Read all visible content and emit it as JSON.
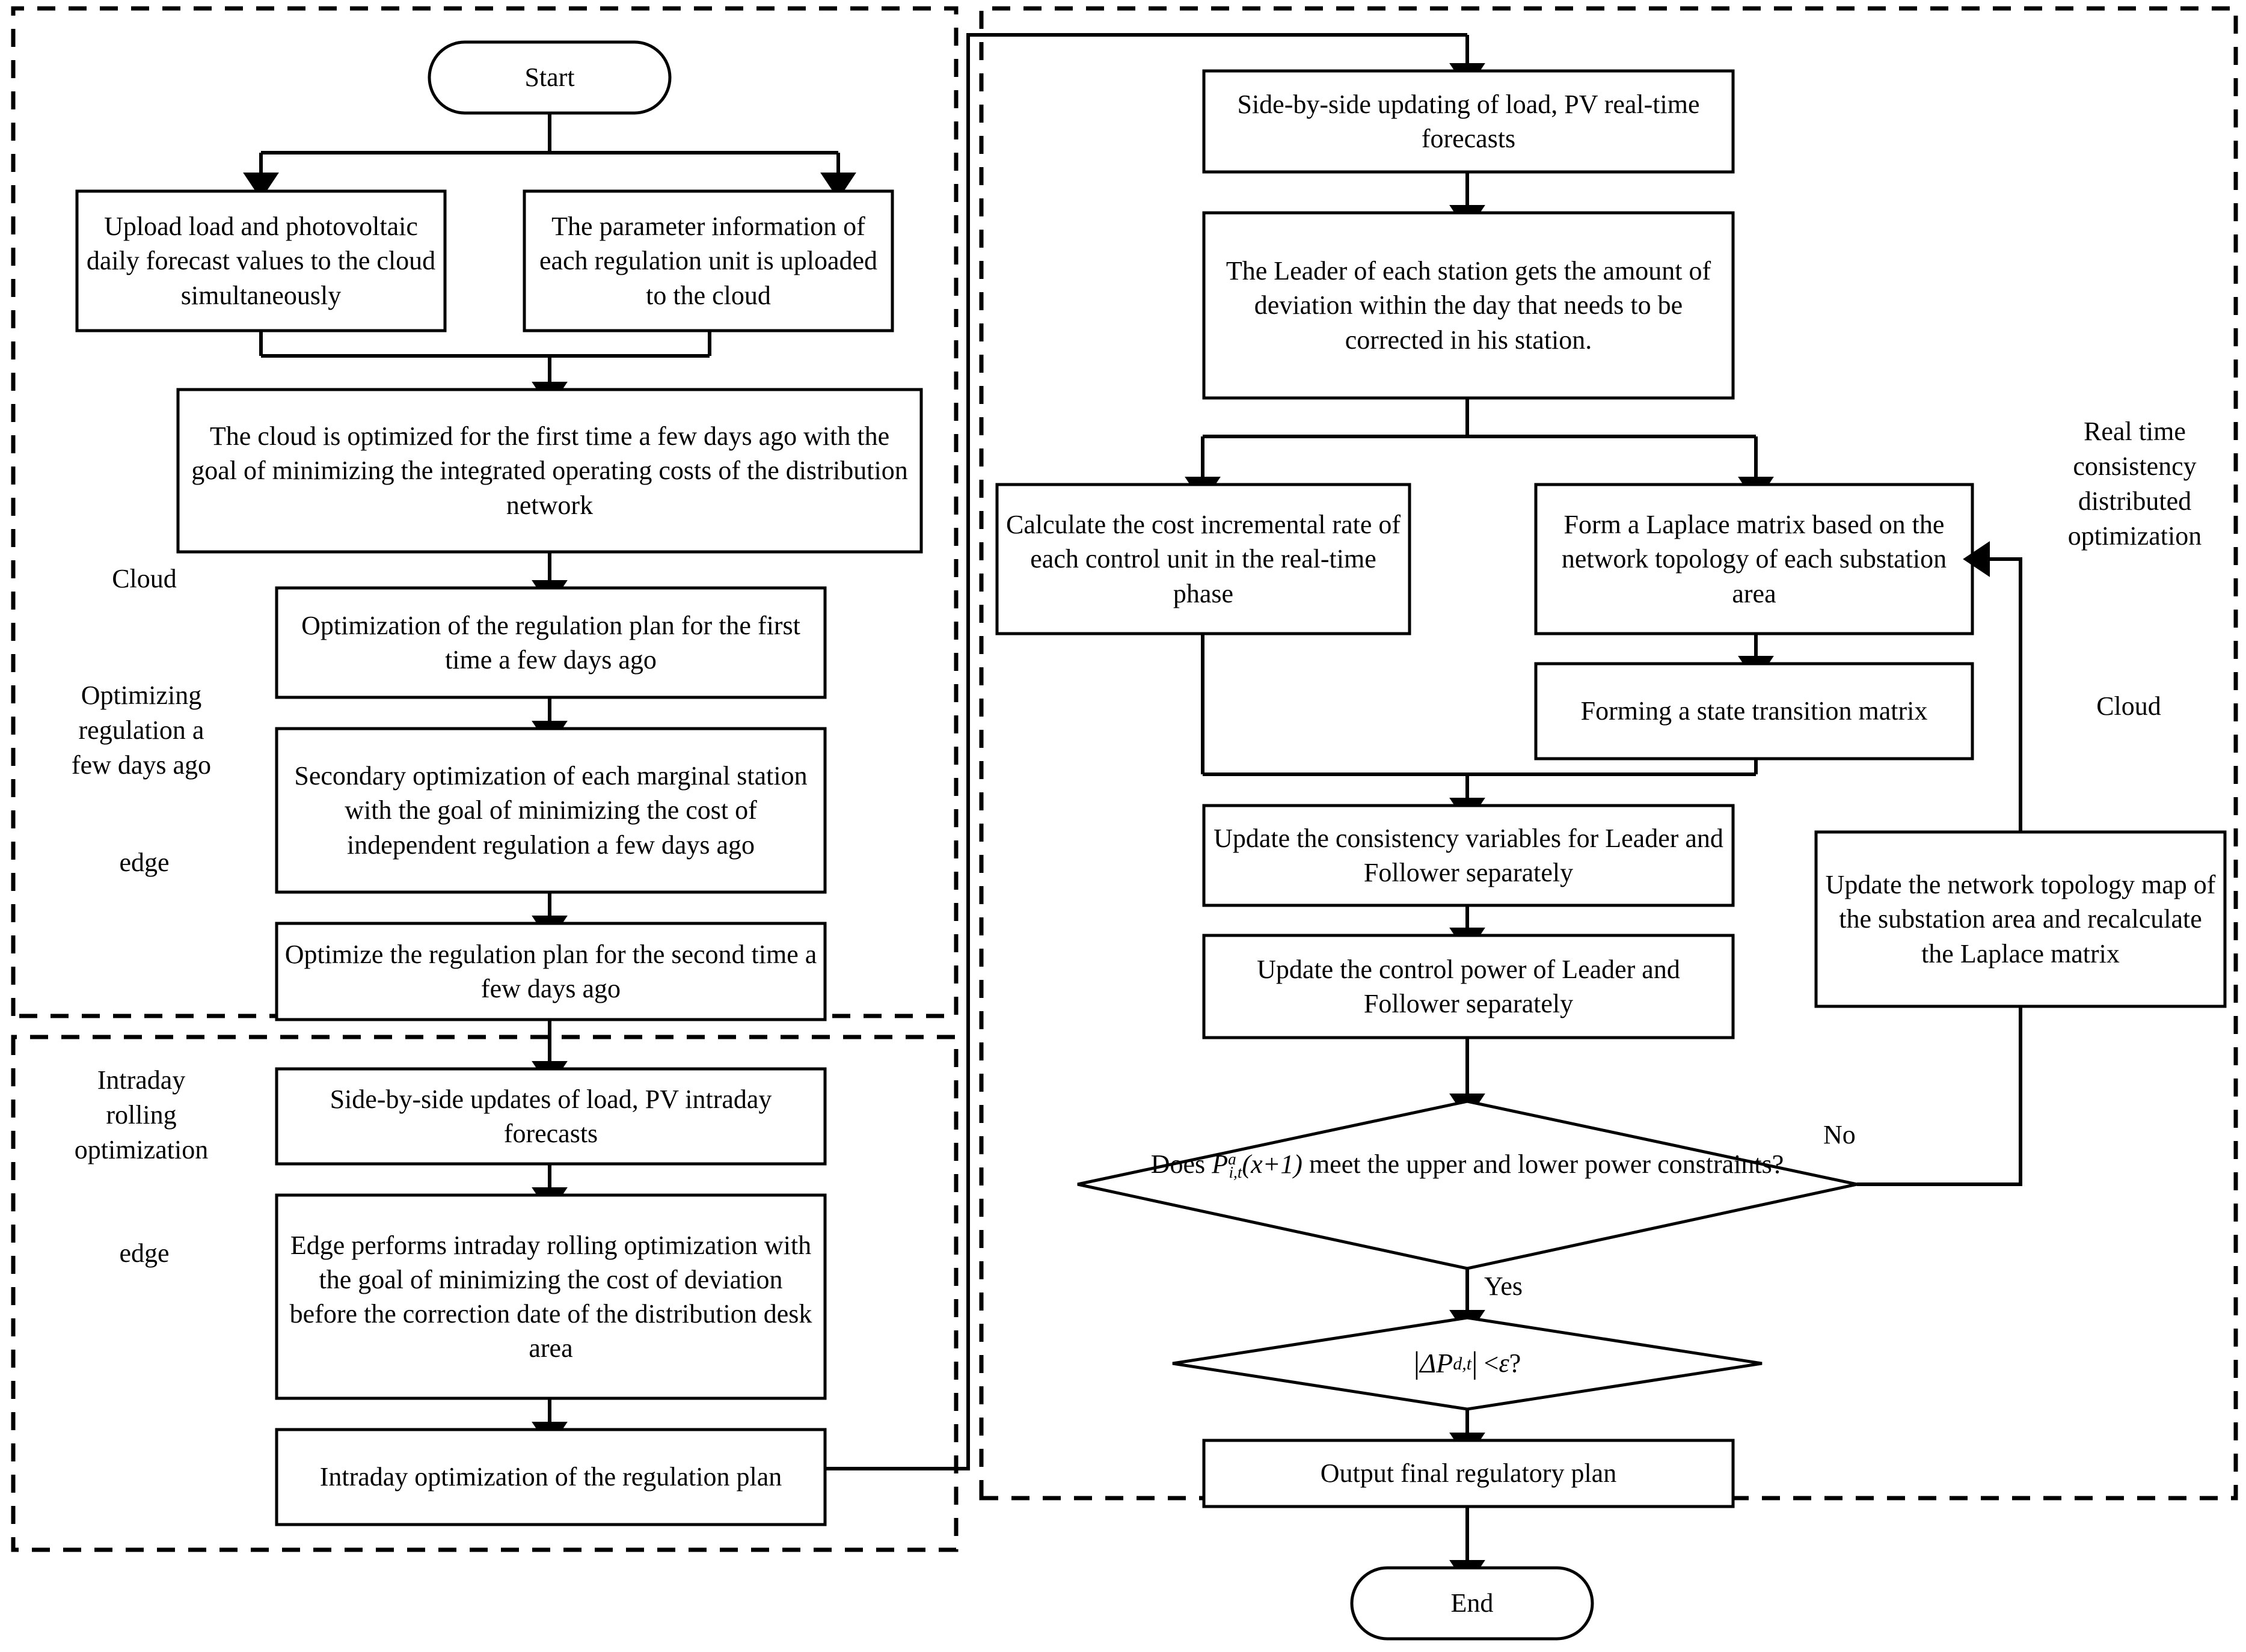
{
  "diagram": {
    "type": "flowchart",
    "title": "Cloud-edge collaborative distribution network regulation flowchart",
    "background": "#ffffff",
    "line_color": "#000000",
    "text_color": "#000000"
  },
  "left_panel": {
    "zone_labels": [
      {
        "id": "cloud-1",
        "text": "Cloud"
      },
      {
        "id": "day-ahead",
        "text": "Optimizing\nregulation a\nfew days ago"
      },
      {
        "id": "edge-1",
        "text": "edge"
      },
      {
        "id": "intraday",
        "text": "Intraday\nrolling\noptimization"
      },
      {
        "id": "edge-2",
        "text": "edge"
      }
    ],
    "nodes": [
      {
        "id": "start",
        "shape": "terminator",
        "text": "Start"
      },
      {
        "id": "upload-load",
        "shape": "process",
        "text": "Upload load and photovoltaic daily forecast values to the cloud simultaneously"
      },
      {
        "id": "upload-params",
        "shape": "process",
        "text": "The parameter information of each regulation unit is uploaded to the cloud"
      },
      {
        "id": "cloud-first-opt",
        "shape": "process",
        "text": "The cloud is optimized for the first time a few days ago with the goal of minimizing the integrated operating costs of the distribution network"
      },
      {
        "id": "reg-plan-first",
        "shape": "process",
        "text": "Optimization of the regulation plan for the first time a few days ago"
      },
      {
        "id": "secondary-opt",
        "shape": "process",
        "text": "Secondary optimization of each marginal station with the goal of minimizing the cost of independent regulation a few days ago"
      },
      {
        "id": "reg-plan-second",
        "shape": "process",
        "text": "Optimize the regulation plan for the second time a few days ago"
      },
      {
        "id": "intraday-forecast",
        "shape": "process",
        "text": "Side-by-side updates of load, PV intraday forecasts"
      },
      {
        "id": "edge-rolling",
        "shape": "process",
        "text": "Edge performs intraday rolling optimization with the goal of minimizing the cost of deviation before the correction date of the distribution desk area"
      },
      {
        "id": "intraday-plan",
        "shape": "process",
        "text": "Intraday optimization of the regulation plan"
      }
    ]
  },
  "right_panel": {
    "zone_labels": [
      {
        "id": "realtime",
        "text": "Real time\nconsistency\ndistributed\noptimization"
      },
      {
        "id": "cloud-2",
        "text": "Cloud"
      }
    ],
    "nodes": [
      {
        "id": "realtime-forecast",
        "shape": "process",
        "text": "Side-by-side updating of load, PV real-time forecasts"
      },
      {
        "id": "leader-deviation",
        "shape": "process",
        "text": "The Leader of each station gets the amount of deviation within the day that needs to be corrected in his station."
      },
      {
        "id": "cost-rate",
        "shape": "process",
        "text": "Calculate the cost incremental rate of each control unit in the real-time phase"
      },
      {
        "id": "laplace-matrix",
        "shape": "process",
        "text": "Form a Laplace matrix based on the network topology of each substation area"
      },
      {
        "id": "state-transition",
        "shape": "process",
        "text": "Forming a state transition matrix"
      },
      {
        "id": "update-consistency",
        "shape": "process",
        "text": "Update the consistency variables for Leader and Follower separately"
      },
      {
        "id": "update-power",
        "shape": "process",
        "text": "Update the control power of Leader and Follower separately"
      },
      {
        "id": "update-topology",
        "shape": "process",
        "text": "Update the network topology map of the substation area and recalculate the Laplace matrix"
      },
      {
        "id": "decision-power",
        "shape": "decision",
        "text_before": "Does ",
        "formula": "P_{i,t}^{a}(x+1)",
        "text_after": " meet the upper and lower power constraints?",
        "line1": "Does P (x+1) meet the upper",
        "line2": "and lower power constraints?"
      },
      {
        "id": "decision-epsilon",
        "shape": "decision",
        "formula": "|ΔP_{d,t}| < ε ?"
      },
      {
        "id": "output-plan",
        "shape": "process",
        "text": "Output final regulatory plan"
      },
      {
        "id": "end",
        "shape": "terminator",
        "text": "End"
      }
    ],
    "edge_labels": [
      {
        "id": "no-branch",
        "text": "No"
      },
      {
        "id": "yes-branch",
        "text": "Yes"
      }
    ],
    "formula_parts": {
      "decision_power_p": "P",
      "decision_power_sup": "a",
      "decision_power_sub": "i,t",
      "decision_power_arg": "(x+1)",
      "decision_eps_delta": "ΔP",
      "decision_eps_sub": "d,t",
      "decision_eps_rel": "< ",
      "decision_eps_sym": "ε",
      "decision_eps_q": "?"
    }
  }
}
